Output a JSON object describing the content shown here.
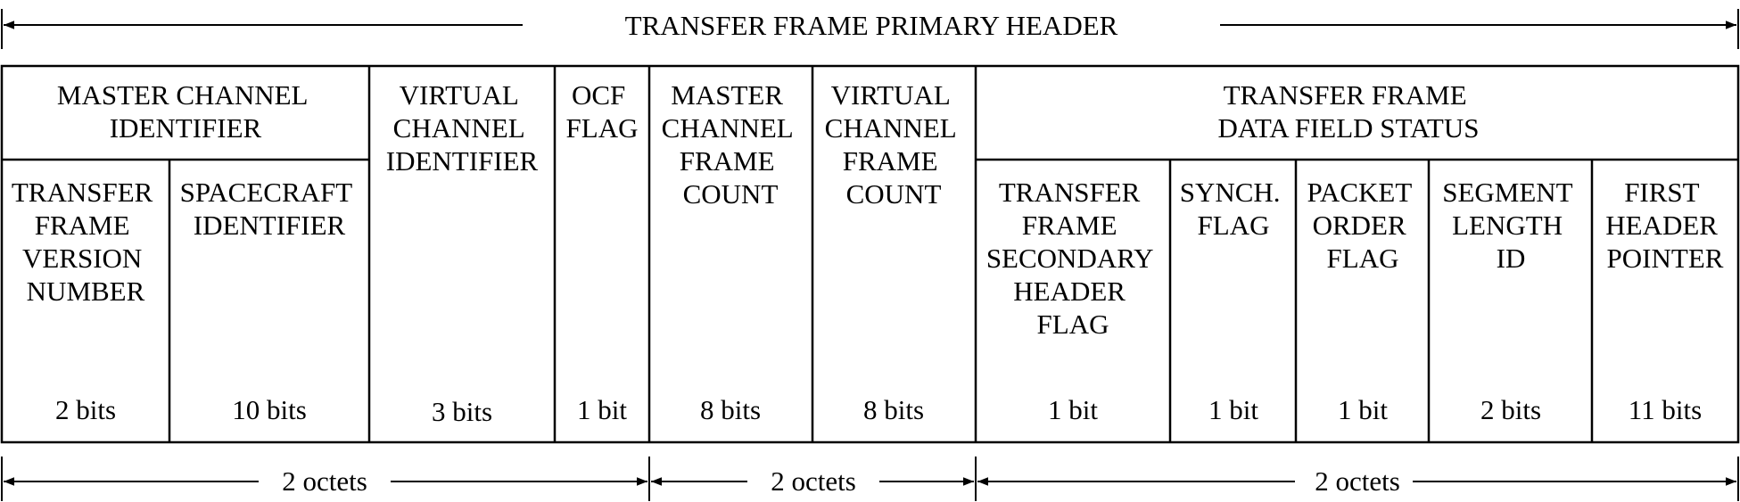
{
  "title": "TRANSFER FRAME PRIMARY HEADER",
  "groups": {
    "master_channel": [
      "MASTER CHANNEL",
      "IDENTIFIER"
    ],
    "data_field_status": [
      "TRANSFER FRAME",
      "DATA FIELD STATUS"
    ]
  },
  "fields": {
    "version": {
      "label": [
        "TRANSFER",
        "FRAME",
        "VERSION",
        "NUMBER"
      ],
      "size": "2 bits"
    },
    "spacecraft": {
      "label": [
        "SPACECRAFT",
        "IDENTIFIER"
      ],
      "size": "10 bits"
    },
    "vc_id": {
      "label": [
        "VIRTUAL",
        "CHANNEL",
        "IDENTIFIER"
      ],
      "size": "3 bits"
    },
    "ocf_flag": {
      "label": [
        "OCF",
        "FLAG"
      ],
      "size": "1 bit"
    },
    "mc_count": {
      "label": [
        "MASTER",
        "CHANNEL",
        "FRAME",
        "COUNT"
      ],
      "size": "8 bits"
    },
    "vc_count": {
      "label": [
        "VIRTUAL",
        "CHANNEL",
        "FRAME",
        "COUNT"
      ],
      "size": "8 bits"
    },
    "sec_hdr_flag": {
      "label": [
        "TRANSFER",
        "FRAME",
        "SECONDARY",
        "HEADER",
        "FLAG"
      ],
      "size": "1 bit"
    },
    "synch_flag": {
      "label": [
        "SYNCH.",
        "FLAG"
      ],
      "size": "1 bit"
    },
    "packet_order": {
      "label": [
        "PACKET",
        "ORDER",
        "FLAG"
      ],
      "size": "1 bit"
    },
    "segment_length": {
      "label": [
        "SEGMENT",
        "LENGTH",
        "ID"
      ],
      "size": "2 bits"
    },
    "first_header": {
      "label": [
        "FIRST",
        "HEADER",
        "POINTER"
      ],
      "size": "11 bits"
    }
  },
  "octets": {
    "first": "2 octets",
    "second": "2 octets",
    "third": "2 octets"
  }
}
